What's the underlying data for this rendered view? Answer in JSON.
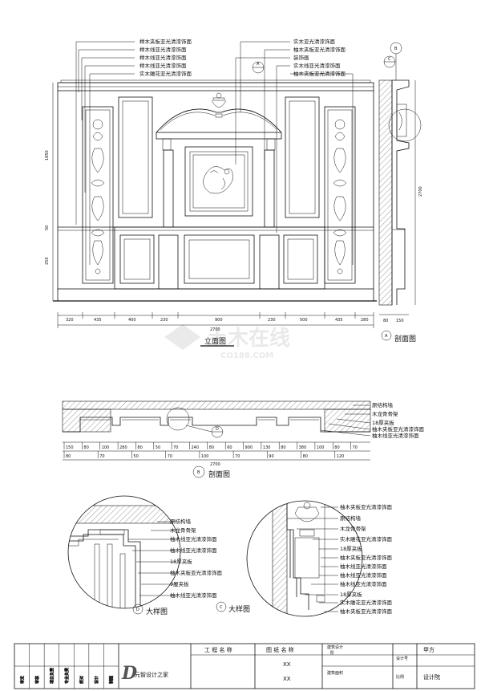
{
  "elevation": {
    "title": "立面图",
    "labels_left": [
      "榉木夹板亚光清漆饰面",
      "榉木线亚光清漆饰面",
      "榉木线亚光清漆饰面",
      "榉木线亚光清漆饰面",
      "实木雕花亚光清漆饰面"
    ],
    "labels_right": [
      "实木亚光清漆饰面",
      "柚木夹板亚光清漆饰面",
      "装饰画",
      "实木线亚光清漆饰面",
      "柚木夹板亚光清漆饰面"
    ],
    "dims_bottom": [
      "320",
      "435",
      "400",
      "230",
      "900",
      "230",
      "500",
      "435",
      "280"
    ],
    "dim_total": "2700",
    "dims_left": [
      "1850",
      "50",
      "250"
    ],
    "marker_a": "A"
  },
  "section_a": {
    "title": "剖面图",
    "marker": "A",
    "marker_b": "B",
    "marker_c": "C",
    "dims": [
      "2700",
      "80",
      "150"
    ]
  },
  "plan_b": {
    "title": "剖面图",
    "marker": "B",
    "marker_d": "D",
    "labels_right": [
      "原结构墙",
      "木龙骨骨架",
      "18厚夹板",
      "柚木夹板亚光清漆饰面",
      "柚木线亚光清漆饰面"
    ],
    "dims_row1": [
      "150",
      "80",
      "100",
      "280",
      "80",
      "50",
      "70",
      "240",
      "80",
      "60",
      "900",
      "130",
      "80",
      "380",
      "100",
      "80",
      "70"
    ],
    "dims_row2": [
      "80",
      "70",
      "50",
      "70",
      "100",
      "70",
      "90",
      "80",
      "120"
    ],
    "dim_total": "2700"
  },
  "detail_d": {
    "title": "大样图",
    "marker": "D",
    "labels": [
      "原结构墙",
      "木龙骨骨架",
      "柚木线亚光清漆饰面",
      "柚木线亚光清漆饰面",
      "18厚夹板",
      "柚木夹板亚光清漆饰面",
      "9厘夹板",
      "柚木线亚光清漆饰面"
    ]
  },
  "detail_c": {
    "title": "大样图",
    "marker": "C",
    "labels": [
      "柚木夹板亚光清漆饰面",
      "原结构墙",
      "木龙骨骨架",
      "实木雕花亚光清漆饰面",
      "18厚夹板",
      "柚木夹板亚光清漆饰面",
      "柚木线亚光清漆饰面",
      "柚木线亚光清漆饰面",
      "柚木线亚光清漆饰面",
      "18厚夹板",
      "实木雕花亚光清漆饰面",
      "柚木夹板亚光清漆饰面"
    ]
  },
  "watermark": {
    "main": "土木在线",
    "sub": "CO188.COM"
  },
  "title_block": {
    "project_name": "工 程 名 称",
    "drawing_name": "图 纸 名 称",
    "building_design": "建筑设计",
    "phase": "阶",
    "building_area": "建筑面积",
    "design_number": "设计号",
    "scale": "比例",
    "a_label": "甲方",
    "b_label": "设计院",
    "xx1": "XX",
    "xx2": "XX",
    "logo_text": "元智设计之家",
    "left_rows": [
      "审定",
      "审核",
      "项目负责",
      "专业负责",
      "校对",
      "设计",
      "制图"
    ]
  }
}
